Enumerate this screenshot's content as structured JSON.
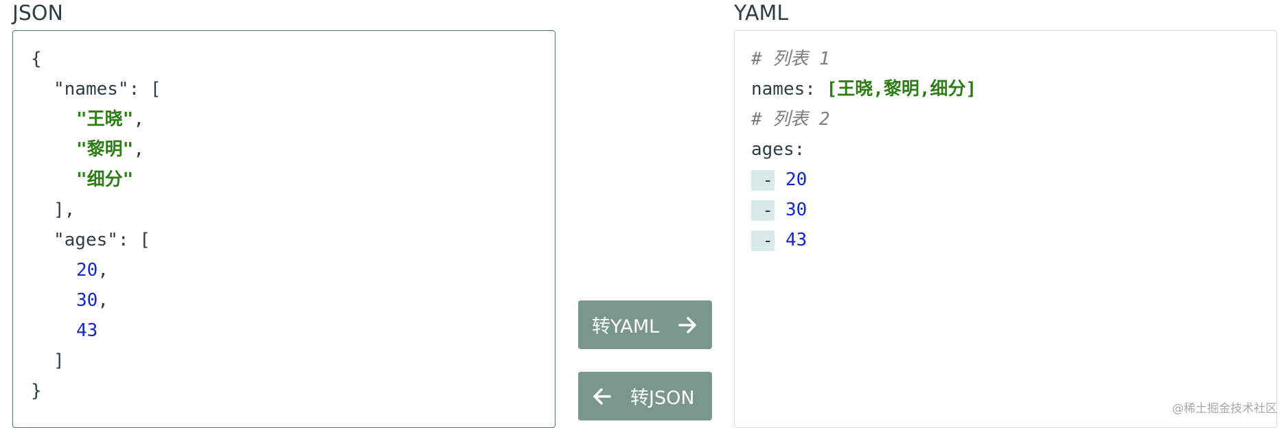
{
  "json_panel": {
    "title": "JSON",
    "lines": [
      {
        "t1": "{"
      },
      {
        "t1": "\"names\": ["
      },
      {
        "str": "\"王晓\"",
        "post": ","
      },
      {
        "str": "\"黎明\"",
        "post": ","
      },
      {
        "str": "\"细分\""
      },
      {
        "t1": "],"
      },
      {
        "t1": "\"ages\": ["
      },
      {
        "num": "20",
        "post": ","
      },
      {
        "num": "30",
        "post": ","
      },
      {
        "num": "43"
      },
      {
        "t1": "]"
      },
      {
        "t1": "}"
      }
    ]
  },
  "yaml_panel": {
    "title": "YAML",
    "lines": [
      {
        "comment": "# 列表 1"
      },
      {
        "key": "names: ",
        "value": "[王晓,黎明,细分]"
      },
      {
        "comment": "# 列表 2"
      },
      {
        "key": "ages:"
      },
      {
        "dash": "-",
        "num": "20"
      },
      {
        "dash": "-",
        "num": "30"
      },
      {
        "dash": "-",
        "num": "43"
      }
    ]
  },
  "buttons": {
    "to_yaml": "转YAML",
    "to_json": "转JSON"
  },
  "icons": {
    "to_yaml": "arrow-right-icon",
    "to_json": "arrow-left-icon"
  },
  "colors": {
    "button_bg": "#7a978e",
    "string": "#2e7d16",
    "number": "#1426c9",
    "comment": "#7d7d7d",
    "active_border": "#4f7565"
  },
  "watermark": "@稀土掘金技术社区"
}
